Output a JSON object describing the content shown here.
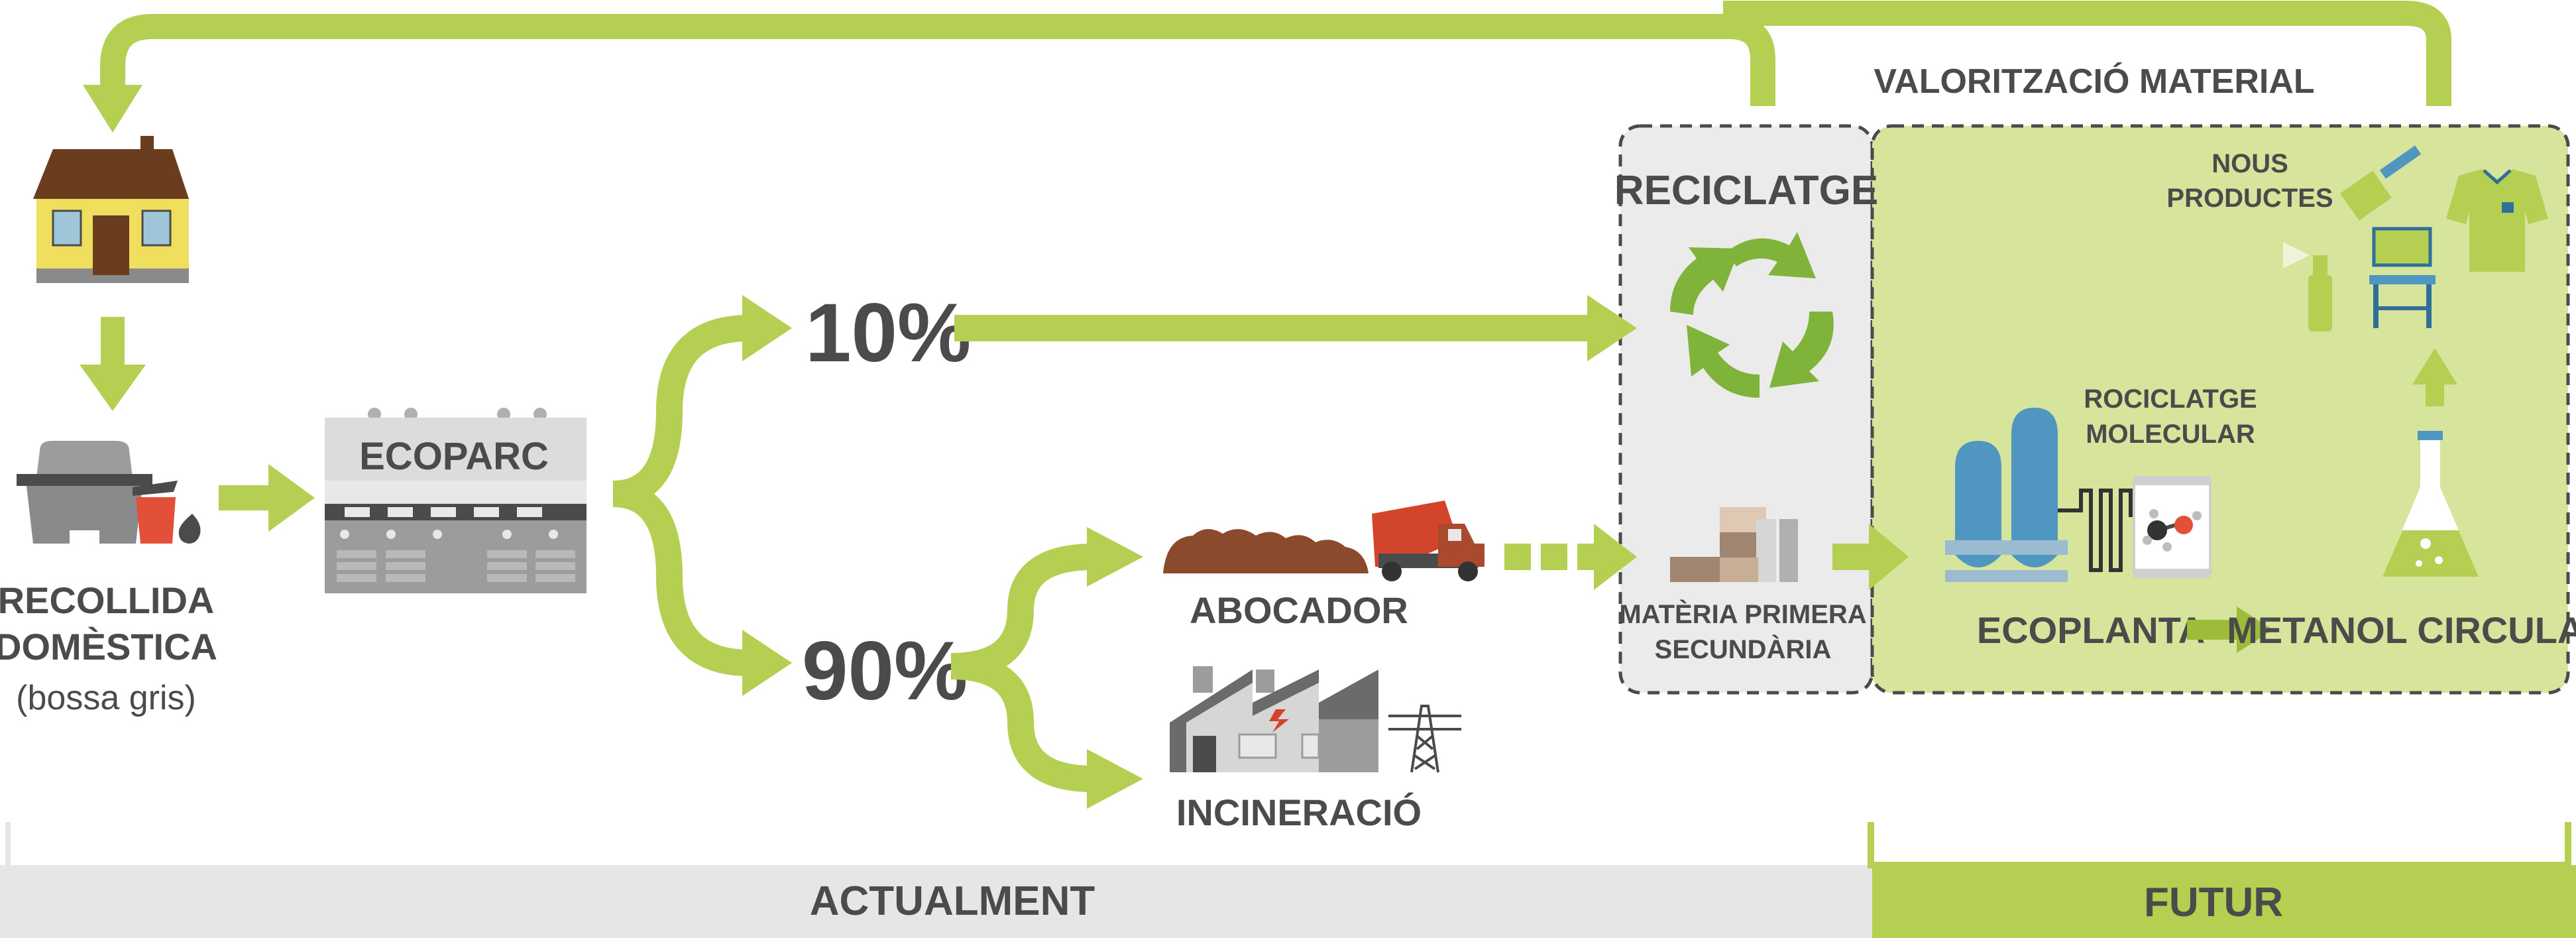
{
  "labels": {
    "recollida_line1": "RECOLLIDA",
    "recollida_line2": "DOMÈSTICA",
    "recollida_sub": "(bossa gris)",
    "ecoparc": "ECOPARC",
    "pct_10": "10%",
    "pct_90": "90%",
    "abocador": "ABOCADOR",
    "incineracio": "INCINERACIÓ",
    "reciclatge": "RECICLATGE",
    "materia_line1": "MATÈRIA PRIMERA",
    "materia_line2": "SECUNDÀRIA",
    "valoritzacio": "VALORITZACIÓ MATERIAL",
    "nous_line1": "NOUS",
    "nous_line2": "PRODUCTES",
    "rociclatge_line1": "ROCICLATGE",
    "rociclatge_line2": "MOLECULAR",
    "ecoplanta": "ECOPLANTA",
    "metanol": "METANOL CIRCULAR",
    "actualment": "ACTUALMENT",
    "futur": "FUTUR"
  },
  "colors": {
    "arrow_green": "#b5cf52",
    "arrow_green_dark": "#9dbd3a",
    "future_bg": "#d7e59c",
    "recycle_bg": "#ebebeb",
    "text_dark": "#4b4b4b",
    "footer_gray": "#e6e6e6",
    "recycle_arrows": "#7fb33a",
    "house_wall": "#f0df5e",
    "house_roof": "#6b3d1f",
    "blue_tank": "#4f97c0",
    "lid_red": "#e2503a"
  },
  "icons": {
    "house": "house-icon",
    "bins": "waste-bins-icon",
    "ecoparc": "ecoparc-building-icon",
    "landfill": "landfill-truck-icon",
    "incinerator": "incinerator-factory-icon",
    "pylon": "power-pylon-icon",
    "recycle": "recycle-arrows-icon",
    "materials": "raw-materials-stack-icon",
    "ecoplant": "ecoplant-tanks-icon",
    "molecule": "molecule-icon",
    "flask": "flask-icon",
    "products": "new-products-icon"
  }
}
